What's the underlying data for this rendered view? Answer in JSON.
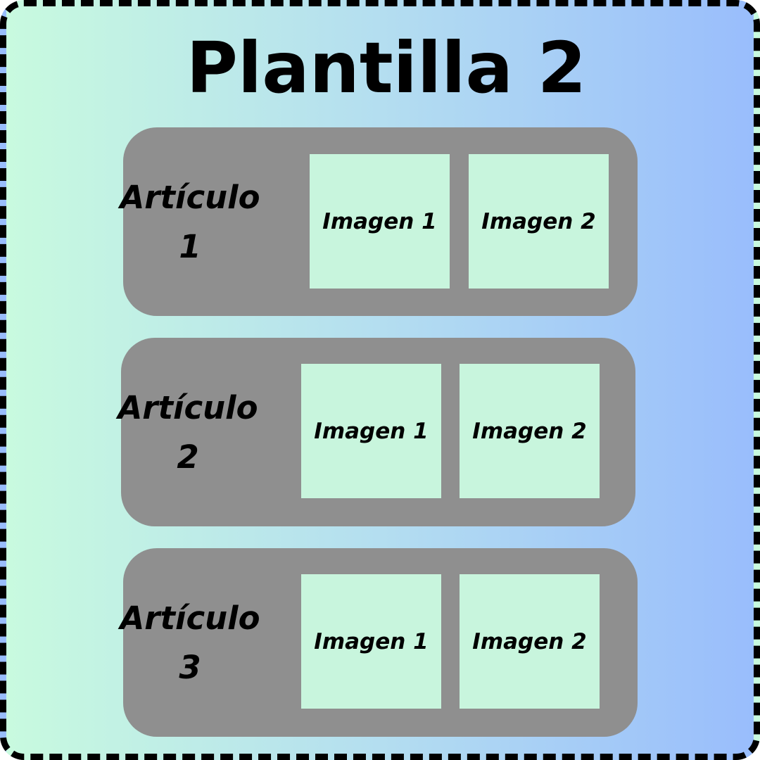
{
  "title": "Plantilla 2",
  "colors": {
    "gradient_start": "#c8fadf",
    "gradient_end": "#99bdfc",
    "row_background": "#8f8f8f",
    "image_placeholder": "#c8f5dd",
    "border": "#000000"
  },
  "articles": [
    {
      "name": "Artículo",
      "number": "1",
      "images": [
        "Imagen 1",
        "Imagen 2"
      ]
    },
    {
      "name": "Artículo",
      "number": "2",
      "images": [
        "Imagen 1",
        "Imagen 2"
      ]
    },
    {
      "name": "Artículo",
      "number": "3",
      "images": [
        "Imagen 1",
        "Imagen 2"
      ]
    }
  ]
}
